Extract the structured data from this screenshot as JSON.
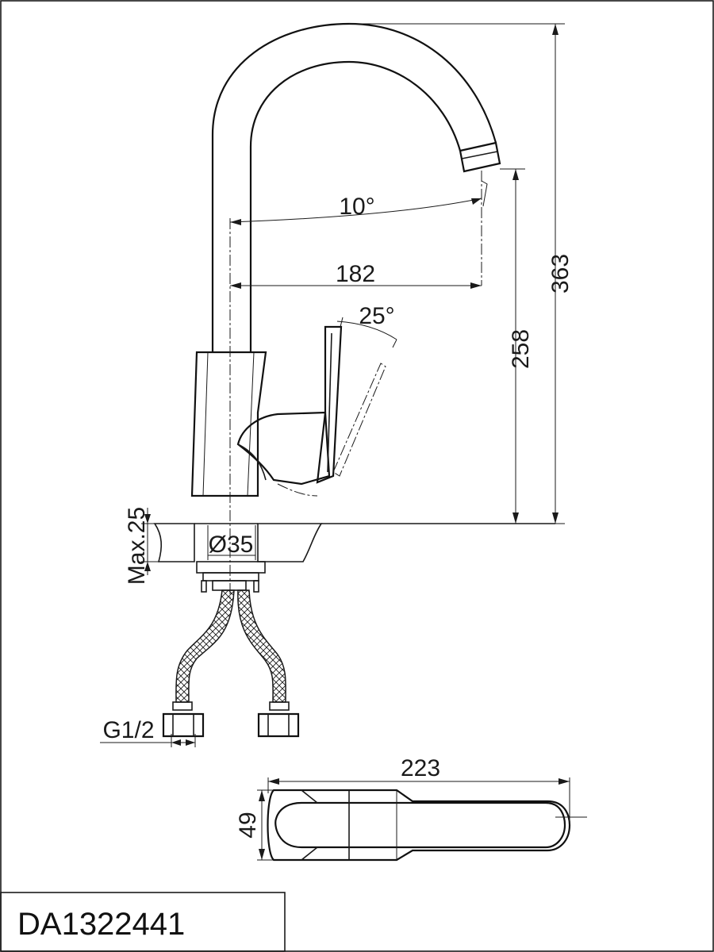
{
  "drawing": {
    "model_code": "DA1322441",
    "dimensions": {
      "height_total": "363",
      "spout_height": "258",
      "reach": "182",
      "spout_angle": "10°",
      "lever_angle": "25°",
      "max_thickness": "Max.25",
      "hole_diameter": "Ø35",
      "connection": "G1/2",
      "length_top_view": "223",
      "width_top_view": "49"
    }
  }
}
